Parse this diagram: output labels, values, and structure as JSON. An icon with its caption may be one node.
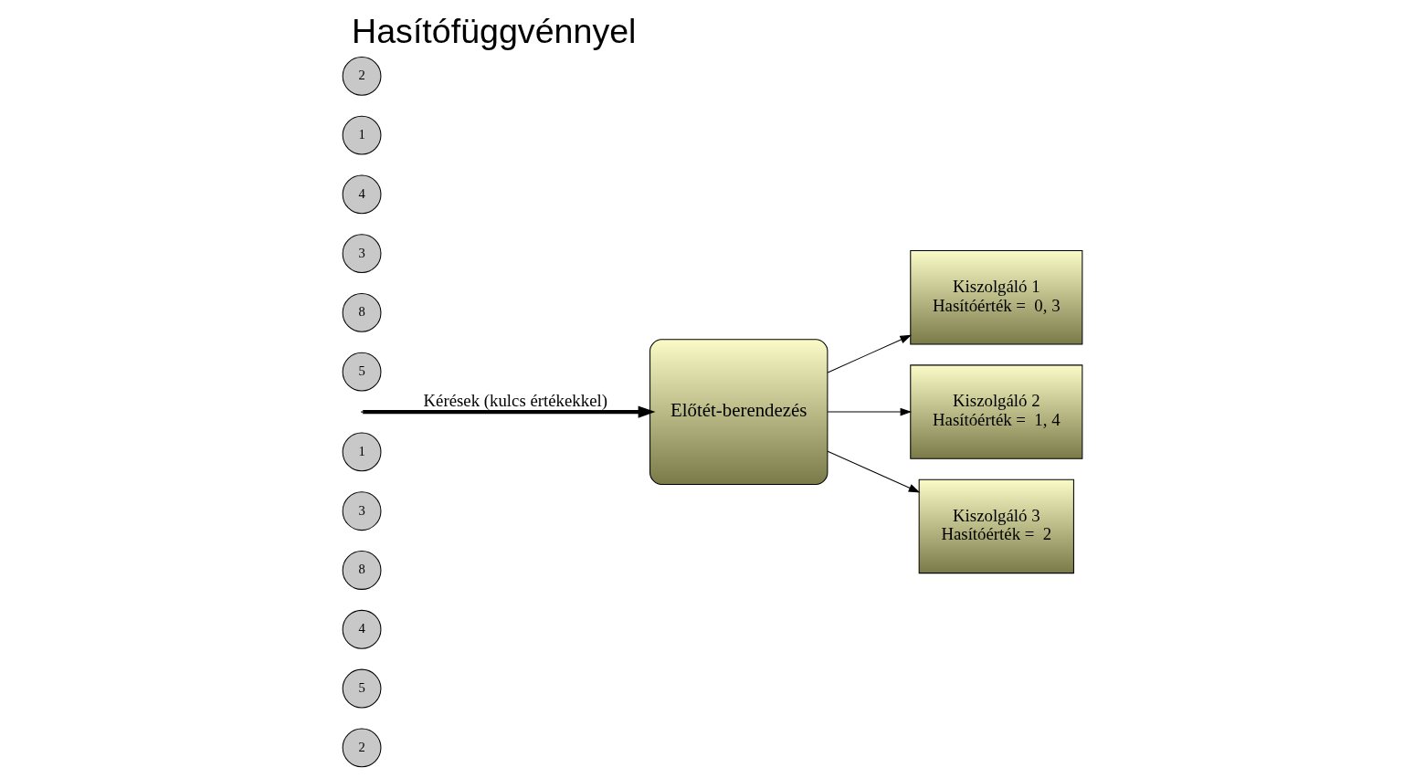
{
  "diagram": {
    "title": "Hasítófüggvénnyel",
    "nodes": [
      {
        "text": [
          "2"
        ]
      },
      {
        "text": [
          "5"
        ]
      },
      {
        "text": [
          "4"
        ]
      },
      {
        "text": [
          "8"
        ]
      },
      {
        "text": [
          "3"
        ]
      },
      {
        "text": [
          "1"
        ]
      },
      {
        "text": [
          "Előtét-berendezés"
        ]
      },
      {
        "text": [
          "Kiszolgáló 1",
          "Hasítóérték =  0, 3"
        ]
      },
      {
        "text": [
          "Kiszolgáló 2",
          "Hasítóérték =  1, 4"
        ]
      },
      {
        "text": [
          "Kiszolgáló 3",
          "Hasítóérték =  2"
        ]
      },
      {
        "text": [
          "5"
        ]
      },
      {
        "text": [
          "8"
        ]
      },
      {
        "text": [
          "3"
        ]
      },
      {
        "text": [
          "4"
        ]
      },
      {
        "text": [
          "1"
        ]
      },
      {
        "text": [
          "2"
        ]
      }
    ],
    "edges": [
      {
        "from": null,
        "to": 6,
        "arrow": "to",
        "label": "Kérések (kulcs értékekkel)",
        "style": "thick"
      },
      {
        "from": 6,
        "to": 7,
        "arrow": "to"
      },
      {
        "from": 6,
        "to": 8,
        "arrow": "to"
      },
      {
        "from": 6,
        "to": 9,
        "arrow": "to"
      }
    ]
  }
}
